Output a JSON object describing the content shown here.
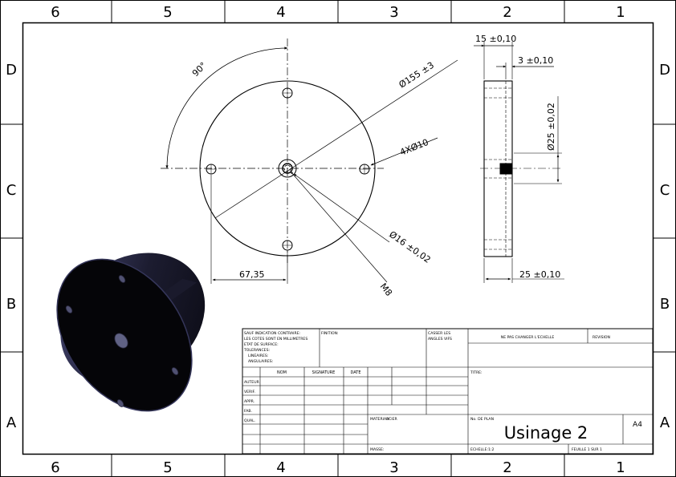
{
  "sheet": {
    "columns": [
      "6",
      "5",
      "4",
      "3",
      "2",
      "1"
    ],
    "rows": [
      "D",
      "C",
      "B",
      "A"
    ]
  },
  "dimensions": {
    "angle": "90°",
    "outer_diameter": "Ø155 ±3",
    "holes": "4XØ10",
    "center_bore": "Ø16 ±0,02",
    "thread": "M8",
    "bolt_offset": "67,35",
    "thickness": "15 ±0,10",
    "step_depth": "3 ±0,10",
    "bore_diameter": "Ø25 ±0,02",
    "side_width": "25 ±0,10"
  },
  "title_block": {
    "tolerance_note": [
      "SAUF INDICATION CONTRAIRE:",
      "LES COTES SONT EN MILLIMETRES",
      "ETAT DE SURFACE:",
      "TOLERANCES:",
      "LINEAIRES:",
      "ANGULAIRES:"
    ],
    "finish_label": "FINITION:",
    "break_edges": [
      "CASSER LES",
      "ANGLES VIFS"
    ],
    "no_scale": "NE PAS CHANGER L'ECHELLE",
    "revision_label": "REVISION",
    "col_nom": "NOM",
    "col_signature": "SIGNATURE",
    "col_date": "DATE",
    "roles": [
      "AUTEUR",
      "VERIF.",
      "APPR.",
      "FAB.",
      "QUAL."
    ],
    "titre_label": "TITRE:",
    "material_label": "MATERIAU:",
    "material_value": "ACIER",
    "mass_label": "MASSE:",
    "plan_label": "No. DE PLAN",
    "drawing_title": "Usinage 2",
    "format": "A4",
    "scale": "ECHELLE:1:2",
    "sheet_no": "FEUILLE 1 SUR 1"
  },
  "colors": {
    "line": "#000000",
    "part_fill": "#050508",
    "part_edge": "#35365a"
  }
}
